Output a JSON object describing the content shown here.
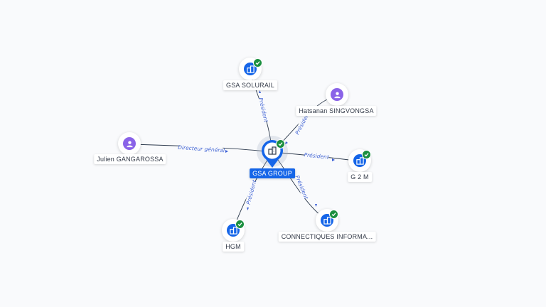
{
  "graph": {
    "center": {
      "label": "GSA GROUP",
      "type": "company",
      "verified": true,
      "icon": "building-icon"
    },
    "nodes": [
      {
        "id": "solurail",
        "label": "GSA SOLURAIL",
        "type": "company",
        "verified": true,
        "icon": "building-icon"
      },
      {
        "id": "hatsanan",
        "label": "Hatsanan SINGVONGSA",
        "type": "person",
        "verified": false,
        "icon": "person-icon"
      },
      {
        "id": "julien",
        "label": "Julien GANGAROSSA",
        "type": "person",
        "verified": false,
        "icon": "person-icon"
      },
      {
        "id": "g2m",
        "label": "G 2 M",
        "type": "company",
        "verified": true,
        "icon": "building-icon"
      },
      {
        "id": "hgm",
        "label": "HGM",
        "type": "company",
        "verified": true,
        "icon": "building-icon"
      },
      {
        "id": "connectiques",
        "label": "CONNECTIQUES INFORMA...",
        "type": "company",
        "verified": true,
        "icon": "building-icon"
      }
    ],
    "edges": [
      {
        "from": "center",
        "to": "solurail",
        "label": "Président"
      },
      {
        "from": "hatsanan",
        "to": "center",
        "label": "Président"
      },
      {
        "from": "julien",
        "to": "center",
        "label": "Directeur général"
      },
      {
        "from": "center",
        "to": "g2m",
        "label": "Président"
      },
      {
        "from": "center",
        "to": "hgm",
        "label": "Président"
      },
      {
        "from": "center",
        "to": "connectiques",
        "label": "Président"
      }
    ]
  },
  "colors": {
    "company": "#1565e8",
    "person": "#8a63e8",
    "verified": "#1b8f3f",
    "edge_label": "#4a6bd6"
  }
}
